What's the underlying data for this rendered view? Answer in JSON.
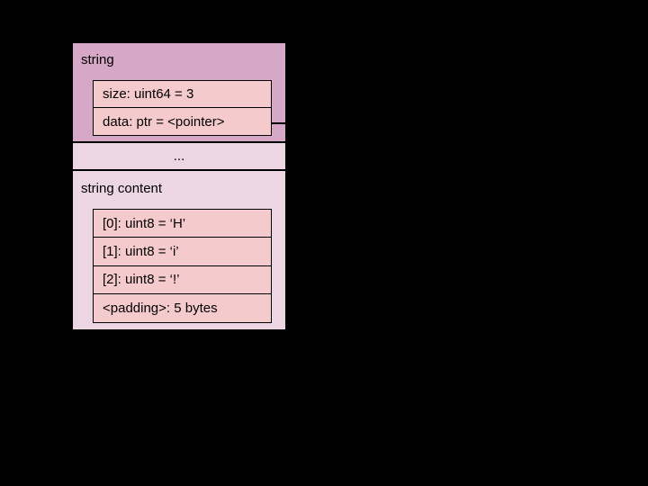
{
  "slide": {
    "background_color": "#000000"
  },
  "diagram": {
    "string_box": {
      "title": "string",
      "fill_color": "#d6a7c6",
      "row_fill_color": "#f4cacd",
      "border_color": "#000000",
      "fields": [
        "size: uint64 = 3",
        "data: ptr = <pointer>"
      ]
    },
    "pointer_connector": {
      "color": "#000000"
    },
    "ellipsis_row": {
      "label": "...",
      "fill_color": "#ecd6e4"
    },
    "content_box": {
      "title": "string content",
      "fill_color": "#ecd6e4",
      "row_fill_color": "#f4cacd",
      "border_color": "#000000",
      "fields": [
        "[0]: uint8 = ‘H’",
        "[1]: uint8 = ‘i’",
        "[2]: uint8 = ‘!’",
        "<padding>: 5 bytes"
      ]
    }
  }
}
